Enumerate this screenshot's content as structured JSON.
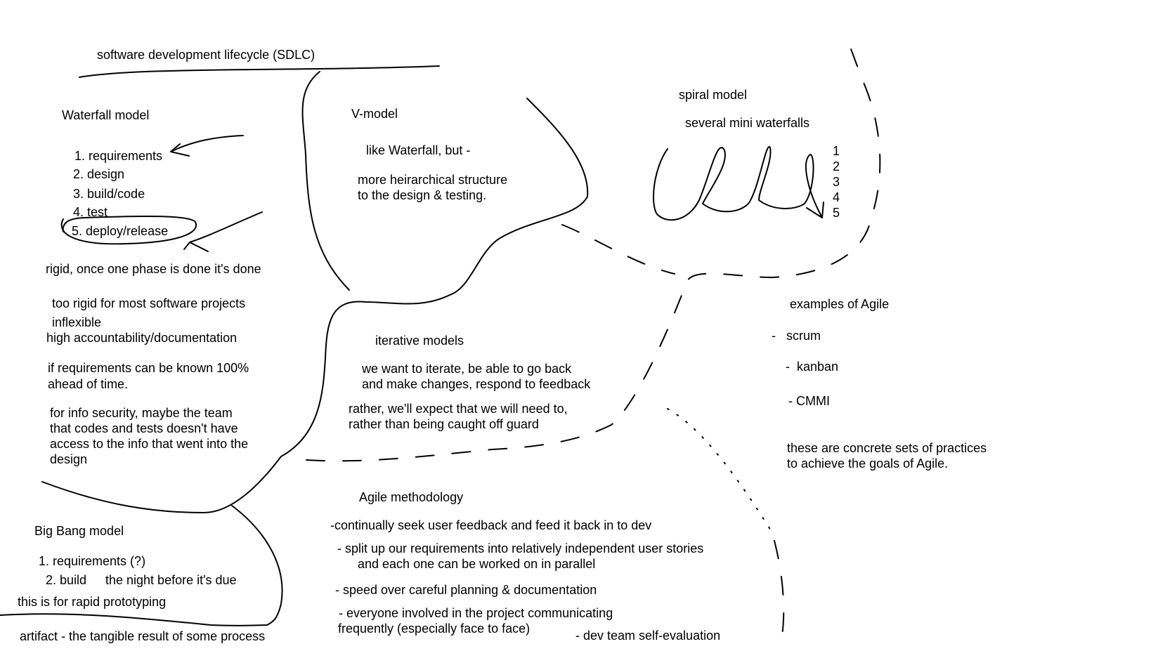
{
  "title": "software development lifecycle (SDLC)",
  "waterfall": {
    "heading": "Waterfall model",
    "steps": [
      "1. requirements",
      "2. design",
      "3. build/code",
      "4. test",
      "5. deploy/release"
    ],
    "note_rigid": "rigid, once one phase is done it's done",
    "note_too_rigid": "too rigid for most software projects",
    "note_inflexible": "inflexible",
    "note_accountability": "high accountability/documentation",
    "note_requirements": [
      "if requirements can be known 100%",
      "ahead of time."
    ],
    "note_security": [
      "for info security, maybe the team",
      "that codes and tests doesn't have",
      "access to the info that went into the",
      "design"
    ]
  },
  "vmodel": {
    "heading": "V-model",
    "line1": "like Waterfall, but -",
    "line2": [
      "more heirarchical structure",
      "to the design & testing."
    ]
  },
  "spiral": {
    "heading": "spiral model",
    "subheading": "several mini waterfalls",
    "numbers": [
      "1",
      "2",
      "3",
      "4",
      "5"
    ]
  },
  "iterative": {
    "heading": "iterative models",
    "line1": [
      "we want to iterate, be able to go back",
      "and make changes, respond to feedback"
    ],
    "line2": [
      "rather, we'll expect that we will need to,",
      "rather than being caught off guard"
    ]
  },
  "agile_examples": {
    "heading": "examples of Agile",
    "items": [
      "-   scrum",
      "-  kanban",
      "- CMMI"
    ],
    "note": [
      "these are concrete sets of practices",
      "to achieve the goals of Agile."
    ]
  },
  "agile": {
    "heading": "Agile methodology",
    "points": [
      "-continually seek user feedback and feed it back in to dev",
      "- split up our requirements into relatively independent user stories",
      "and each one can be worked on in parallel",
      "- speed over careful planning & documentation",
      "- everyone involved in the project communicating",
      "frequently (especially face to face)",
      "- dev team self-evaluation"
    ]
  },
  "bigbang": {
    "heading": "Big Bang model",
    "step1": "1. requirements (?)",
    "step2": "2. build",
    "step2_note": "the night before it's due",
    "note": "this is for rapid prototyping"
  },
  "artifact": "artifact - the tangible result of some process",
  "colors": {
    "ink": "#000000",
    "background": "#ffffff"
  }
}
